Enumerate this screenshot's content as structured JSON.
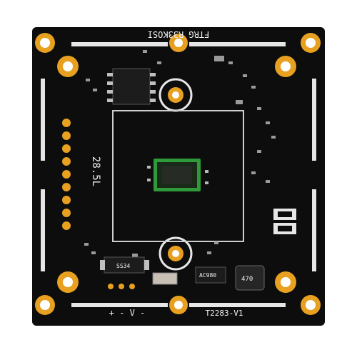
{
  "image": {
    "subject": "camera-sensor-pcb",
    "colors": {
      "background": "#ffffff",
      "board": "#0d0d0d",
      "silkscreen": "#f2f2f2",
      "gold": "#e8a020",
      "sensor_glass": "#1a2a18",
      "sensor_frame": "#2e9a3a"
    }
  },
  "silkscreen": {
    "top_label": "FTRG R33KOSI",
    "side_label": "28.5L",
    "power_label": "+ - V -",
    "board_id": "T2283-V1",
    "diode_label": "SS34",
    "regulator_label": "AC980",
    "inductor_label": "470"
  }
}
